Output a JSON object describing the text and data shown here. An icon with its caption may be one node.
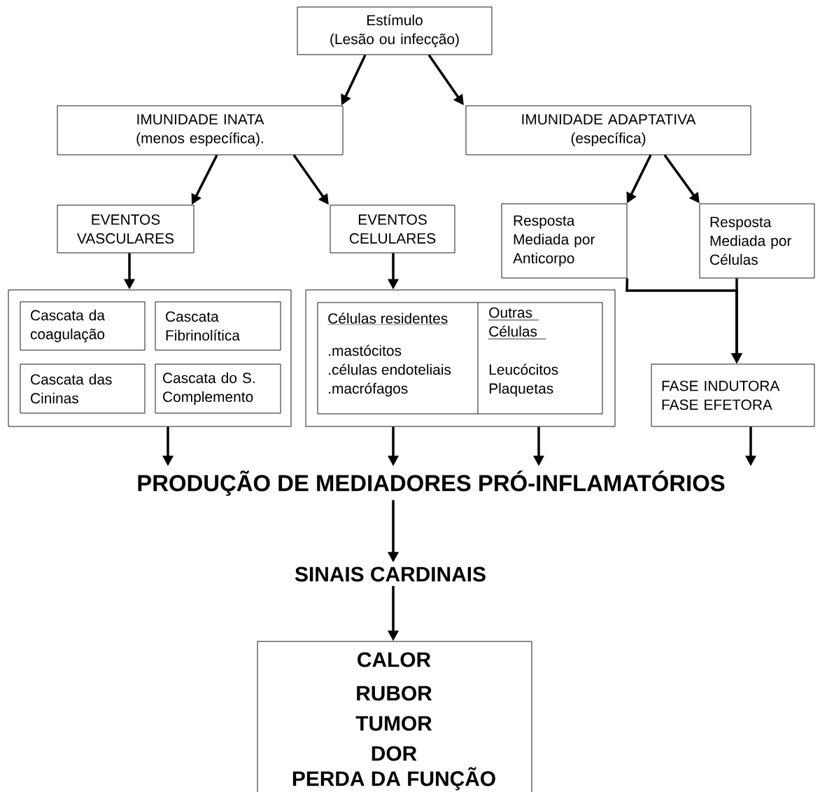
{
  "diagram": {
    "nodes": [
      {
        "text": [
          "Estímulo",
          "(Lesão ou infecção)"
        ]
      },
      {
        "text": [
          "IMUNIDADE INATA",
          "(menos específica)."
        ]
      },
      {
        "text": [
          "IMUNIDADE ADAPTATIVA",
          "(específica)"
        ]
      },
      {
        "text": [
          "EVENTOS VASCULARES"
        ]
      },
      {
        "text": [
          "EVENTOS CELULARES"
        ]
      },
      {
        "text": [
          "Resposta Mediada por Anticorpo"
        ]
      },
      {
        "text": [
          "Resposta Mediada por Células"
        ]
      },
      {
        "text": [],
        "shape": "box"
      },
      {
        "text": [
          "Cascata da coagulação"
        ],
        "in": 7
      },
      {
        "text": [
          "Cascata Fibrinolítica"
        ],
        "in": 7
      },
      {
        "text": [
          "Cascata das Cininas"
        ],
        "in": 7
      },
      {
        "text": [
          "Cascata do S. Complemento"
        ],
        "in": 7
      },
      {
        "text": [],
        "shape": "box"
      },
      {
        "text": [
          "Células residentes",
          ".mastócitos",
          ".células endoteliais",
          ".macrófagos",
          "Outras Células",
          "Leucócitos",
          "Plaquetas"
        ],
        "in": 12
      },
      {
        "text": [
          "FASE INDUTORA",
          "FASE EFETORA"
        ]
      },
      {
        "text": [
          "PRODUÇÃO DE MEDIADORES PRÓ-INFLAMATÓRIOS"
        ]
      },
      {
        "text": [
          "SINAIS CARDINAIS"
        ]
      },
      {
        "text": [
          "CALOR",
          "RUBOR",
          "TUMOR",
          "DOR",
          "PERDA DA FUNÇÃO"
        ]
      }
    ],
    "edges": [
      {
        "from": 0,
        "to": 1,
        "arrow": "to"
      },
      {
        "from": 0,
        "to": 2,
        "arrow": "to"
      },
      {
        "from": 1,
        "to": 3,
        "arrow": "to"
      },
      {
        "from": 1,
        "to": 4,
        "arrow": "to"
      },
      {
        "from": 2,
        "to": 5,
        "arrow": "to"
      },
      {
        "from": 2,
        "to": 6,
        "arrow": "to"
      },
      {
        "from": 3,
        "to": 7,
        "arrow": "to"
      },
      {
        "from": 4,
        "to": 12,
        "arrow": "to"
      },
      {
        "from": 5,
        "to": 14,
        "arrow": "to"
      },
      {
        "from": 6,
        "to": 14,
        "arrow": "to"
      },
      {
        "from": 7,
        "to": 15,
        "arrow": "to"
      },
      {
        "from": 12,
        "to": 15,
        "arrow": "to"
      },
      {
        "from": 12,
        "to": 15,
        "arrow": "to"
      },
      {
        "from": 14,
        "to": 15,
        "arrow": "to"
      },
      {
        "from": 15,
        "to": 16,
        "arrow": "to"
      },
      {
        "from": 16,
        "to": 17,
        "arrow": "to"
      }
    ]
  }
}
